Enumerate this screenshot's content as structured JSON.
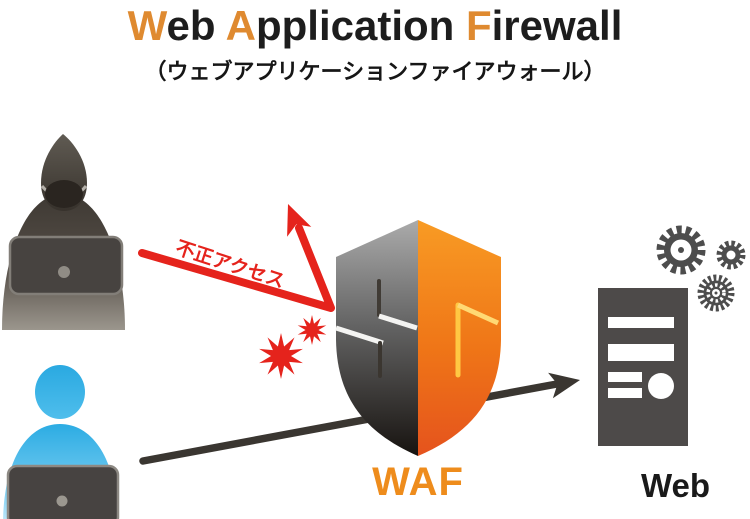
{
  "header": {
    "title_segments": [
      {
        "text": "W",
        "accent": true
      },
      {
        "text": "eb ",
        "accent": false
      },
      {
        "text": "A",
        "accent": true
      },
      {
        "text": "pplication ",
        "accent": false
      },
      {
        "text": "F",
        "accent": true
      },
      {
        "text": "irewall",
        "accent": false
      }
    ],
    "subtitle": "（ウェブアプリケーションファイアウォール）"
  },
  "diagram": {
    "attack_label": "不正アクセス",
    "shield_label": "WAF",
    "server_label": "Web",
    "icons": {
      "attacker": "hooded-hacker-with-laptop",
      "user": "blue-person-with-laptop",
      "shield": "half-gray-half-orange-shield",
      "server": "web-server-tower",
      "gears": "three-gears",
      "impact": "red-starbursts",
      "attack_arrow": "red-deflected-arrow",
      "allowed_arrow": "black-straight-arrow"
    },
    "colors": {
      "accent_orange": "#DF8A30",
      "waf_label_orange": "#EE8C1C",
      "alert_red": "#E5231C",
      "shield_gray_top": "#AAAAAA",
      "shield_gray_bottom": "#171310",
      "shield_orange_top": "#F89B24",
      "shield_orange_bottom": "#E5531D",
      "user_blue": "#29ABE2",
      "server_gray": "#4D4A49",
      "arrow_black": "#3A3631",
      "text_black": "#1D1D1D"
    }
  }
}
